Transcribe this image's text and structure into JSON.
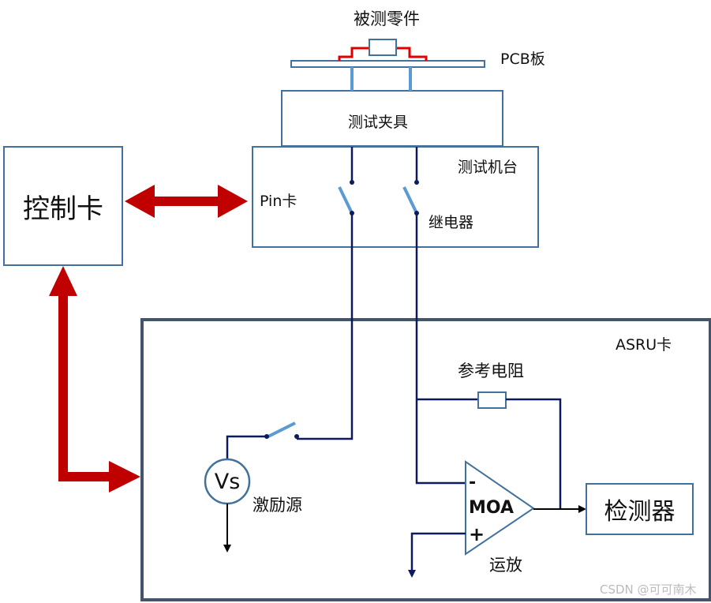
{
  "labels": {
    "dut": "被测零件",
    "pcb": "PCB板",
    "fixture": "测试夹具",
    "tester": "测试机台",
    "pin_card": "Pin卡",
    "relay": "继电器",
    "control_card": "控制卡",
    "asru_card": "ASRU卡",
    "ref_resistor": "参考电阻",
    "vs": "Vs",
    "excitation": "激励源",
    "opamp_minus": "-",
    "opamp_name": "MOA",
    "opamp_plus": "+",
    "opamp_caption": "运放",
    "detector": "检测器",
    "watermark": "CSDN @可可南木"
  },
  "colors": {
    "box_stroke": "#41719c",
    "asru_stroke": "#44546a",
    "wire": "#0d1b5e",
    "light_wire": "#5b9bd5",
    "arrow_red": "#c00000",
    "pcb_trace": "#e00000"
  }
}
